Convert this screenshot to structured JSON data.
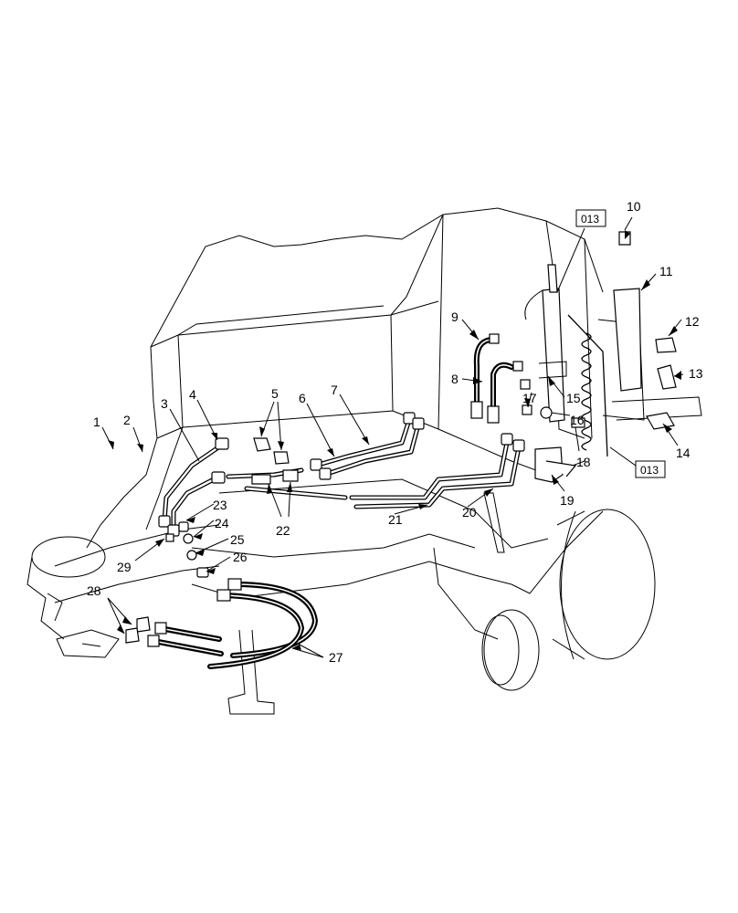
{
  "diagram": {
    "callouts": [
      {
        "id": "1",
        "text": "1"
      },
      {
        "id": "2",
        "text": "2"
      },
      {
        "id": "3",
        "text": "3"
      },
      {
        "id": "4",
        "text": "4"
      },
      {
        "id": "5",
        "text": "5"
      },
      {
        "id": "6",
        "text": "6"
      },
      {
        "id": "7",
        "text": "7"
      },
      {
        "id": "8",
        "text": "8"
      },
      {
        "id": "9",
        "text": "9"
      },
      {
        "id": "10",
        "text": "10"
      },
      {
        "id": "11",
        "text": "11"
      },
      {
        "id": "12",
        "text": "12"
      },
      {
        "id": "13",
        "text": "13"
      },
      {
        "id": "14",
        "text": "14"
      },
      {
        "id": "15",
        "text": "15"
      },
      {
        "id": "16",
        "text": "16"
      },
      {
        "id": "17",
        "text": "17"
      },
      {
        "id": "18",
        "text": "18"
      },
      {
        "id": "19",
        "text": "19"
      },
      {
        "id": "20",
        "text": "20"
      },
      {
        "id": "21",
        "text": "21"
      },
      {
        "id": "22",
        "text": "22"
      },
      {
        "id": "23",
        "text": "23"
      },
      {
        "id": "24",
        "text": "24"
      },
      {
        "id": "25",
        "text": "25"
      },
      {
        "id": "26",
        "text": "26"
      },
      {
        "id": "27",
        "text": "27"
      },
      {
        "id": "28",
        "text": "28"
      },
      {
        "id": "29",
        "text": "29"
      }
    ],
    "references": [
      {
        "id": "ref-top",
        "text": "013"
      },
      {
        "id": "ref-bottom",
        "text": "013"
      }
    ]
  }
}
